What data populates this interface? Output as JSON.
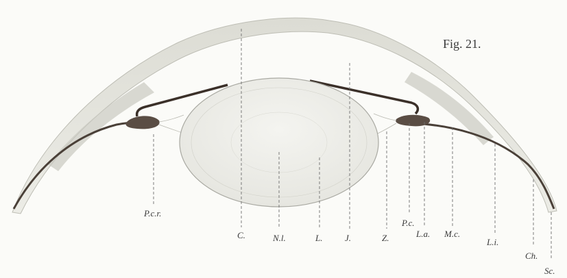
{
  "figure": {
    "title": "Fig. 21.",
    "labels": {
      "pcr": "P.c.r.",
      "c": "C.",
      "nl": "N.l.",
      "l": "L.",
      "j": "J.",
      "z": "Z.",
      "pc": "P.c.",
      "la": "L.a.",
      "mc": "M.c.",
      "li": "L.i.",
      "ch": "Ch.",
      "sc": "Sc."
    }
  }
}
